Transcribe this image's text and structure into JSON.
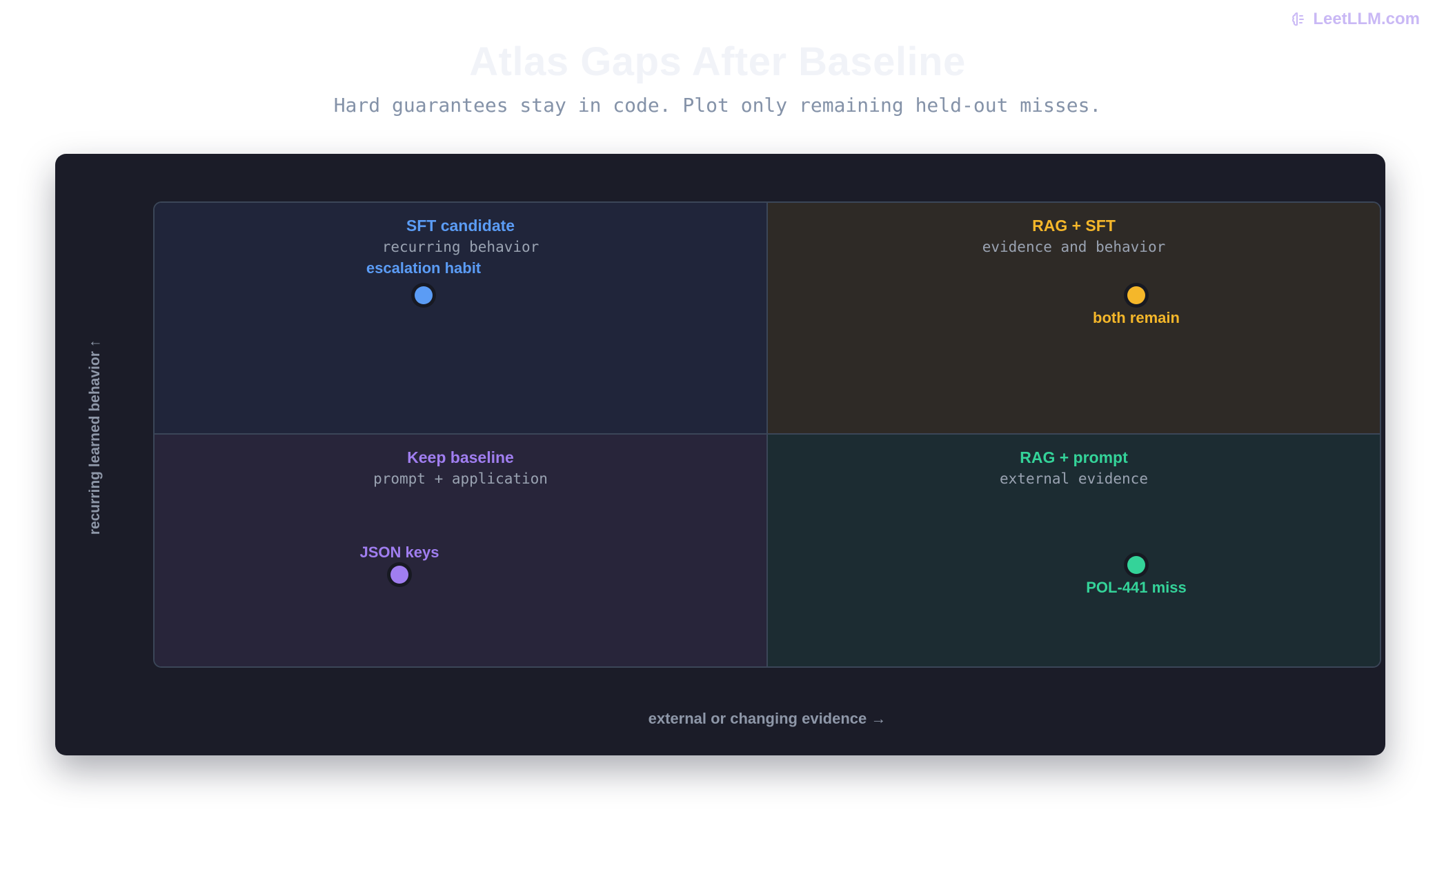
{
  "brand": {
    "label": "LeetLLM.com",
    "icon": "brain-icon",
    "color": "#c9b8f5"
  },
  "title": "Atlas Gaps After Baseline",
  "subtitle": "Hard guarantees stay in code. Plot only remaining held-out misses.",
  "axes": {
    "y_label": "recurring learned behavior ↑",
    "x_label": "external or changing evidence →"
  },
  "quadrants": {
    "top_left": {
      "title": "SFT candidate",
      "subtitle": "recurring behavior",
      "color": "#5b9cf5"
    },
    "top_right": {
      "title": "RAG + SFT",
      "subtitle": "evidence and behavior",
      "color": "#f5b72a"
    },
    "bottom_left": {
      "title": "Keep baseline",
      "subtitle": "prompt + application",
      "color": "#a07ef0"
    },
    "bottom_right": {
      "title": "RAG + prompt",
      "subtitle": "external evidence",
      "color": "#34d399"
    }
  },
  "points": {
    "escalation": {
      "label": "escalation habit",
      "color": "#5b9cf5",
      "x": 0.22,
      "y": 0.8
    },
    "both": {
      "label": "both remain",
      "color": "#f5b72a",
      "x": 0.8,
      "y": 0.8
    },
    "json": {
      "label": "JSON keys",
      "color": "#a07ef0",
      "x": 0.2,
      "y": 0.2
    },
    "pol": {
      "label": "POL-441 miss",
      "color": "#34d399",
      "x": 0.8,
      "y": 0.22
    }
  }
}
